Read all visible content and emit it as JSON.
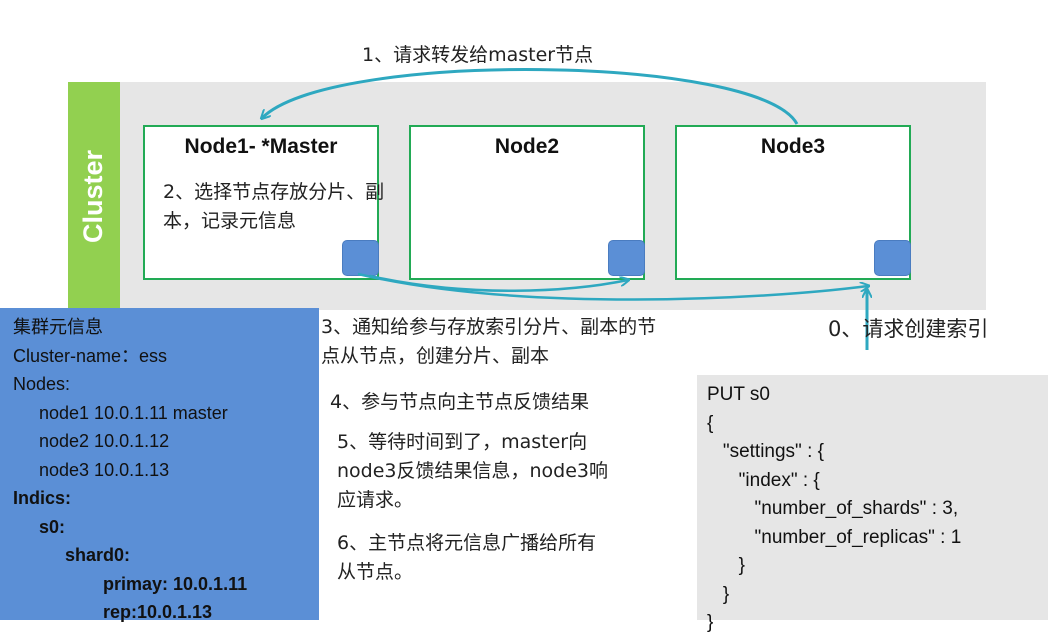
{
  "cluster_label": "Cluster",
  "nodes": [
    {
      "title": "Node1- *Master"
    },
    {
      "title": "Node2"
    },
    {
      "title": "Node3"
    }
  ],
  "steps": {
    "step1": "1、请求转发给master节点",
    "step2_line1": "2、选择节点存放分片、副",
    "step2_line2": "本，记录元信息",
    "step3_line1": "3、通知给参与存放索引分片、副本的节",
    "step3_line2": "点从节点，创建分片、副本",
    "step0": "0、请求创建索引",
    "step4": "4、参与节点向主节点反馈结果",
    "step5_line1": "5、等待时间到了，master向",
    "step5_line2": "node3反馈结果信息，node3响",
    "step5_line3": "应请求。",
    "step6_line1": "6、主节点将元信息广播给所有",
    "step6_line2": "从节点。"
  },
  "metadata_box": {
    "lines": [
      {
        "text": "集群元信息",
        "indent": 0,
        "bold": false
      },
      {
        "text": "Cluster-name：ess",
        "indent": 0,
        "bold": false
      },
      {
        "text": "Nodes:",
        "indent": 0,
        "bold": false
      },
      {
        "text": "node1   10.0.1.11   master",
        "indent": 1,
        "bold": false
      },
      {
        "text": "node2   10.0.1.12",
        "indent": 1,
        "bold": false
      },
      {
        "text": "node3   10.0.1.13",
        "indent": 1,
        "bold": false
      },
      {
        "text": "Indics:",
        "indent": 0,
        "bold": true
      },
      {
        "text": "s0:",
        "indent": 1,
        "bold": true
      },
      {
        "text": "shard0:",
        "indent": 2,
        "bold": true
      },
      {
        "text": "primay: 10.0.1.11",
        "indent": 3,
        "bold": true
      },
      {
        "text": "rep:10.0.1.13",
        "indent": 3,
        "bold": true
      }
    ]
  },
  "code_box": {
    "lines": [
      "PUT s0",
      "{",
      "   \"settings\" : {",
      "      \"index\" : {",
      "         \"number_of_shards\" : 3,",
      "         \"number_of_replicas\" : 1",
      "      }",
      "   }",
      "}"
    ]
  },
  "colors": {
    "cluster_bg": "#e6e6e6",
    "cluster_bar": "#92d050",
    "node_border": "#22aa55",
    "shard": "#5b8fd6",
    "arrow": "#2ea8c0",
    "metadata_bg": "#5b8fd6",
    "code_bg": "#e6e6e6"
  }
}
